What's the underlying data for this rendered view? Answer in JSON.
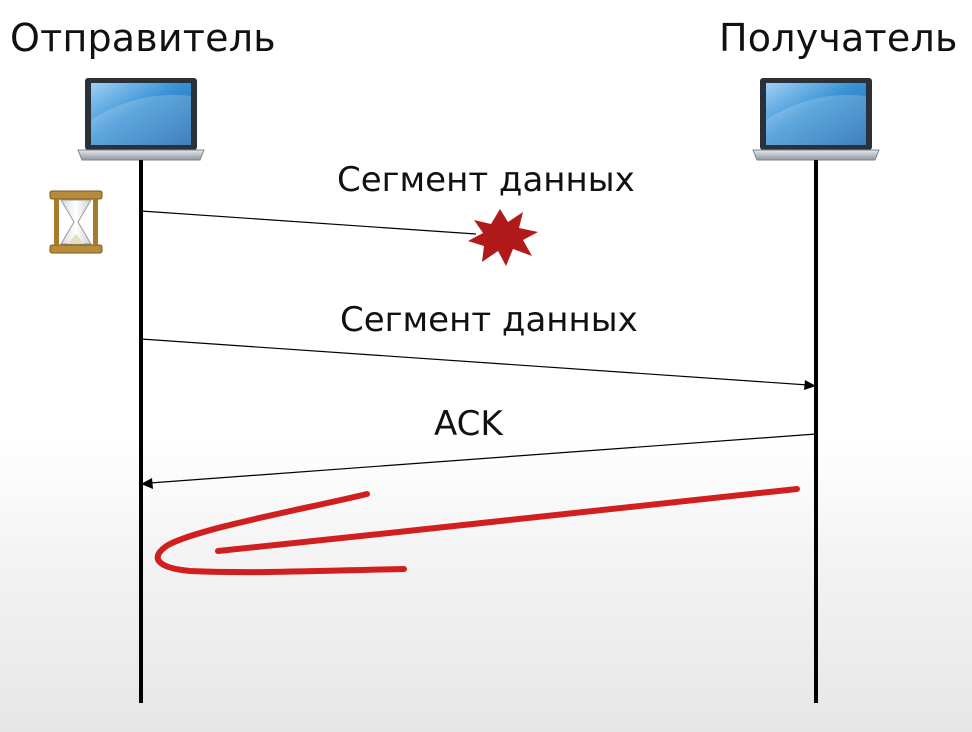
{
  "nodes": {
    "sender": "Отправитель",
    "receiver": "Получатель"
  },
  "messages": [
    {
      "label": "Сегмент данных",
      "status": "lost"
    },
    {
      "label": "Сегмент данных",
      "status": "delivered"
    },
    {
      "label": "ACK",
      "status": "delivered"
    }
  ],
  "colors": {
    "line": "#000000",
    "collision": "#b11a1a",
    "annotation": "#d11f1f",
    "laptop_screen": "#3a93d6",
    "laptop_body": "#9ea5ad",
    "hourglass": "#b88c3a"
  },
  "icons": [
    "laptop-icon",
    "laptop-icon",
    "hourglass-icon",
    "collision-icon",
    "curved-arrow-annotation"
  ]
}
